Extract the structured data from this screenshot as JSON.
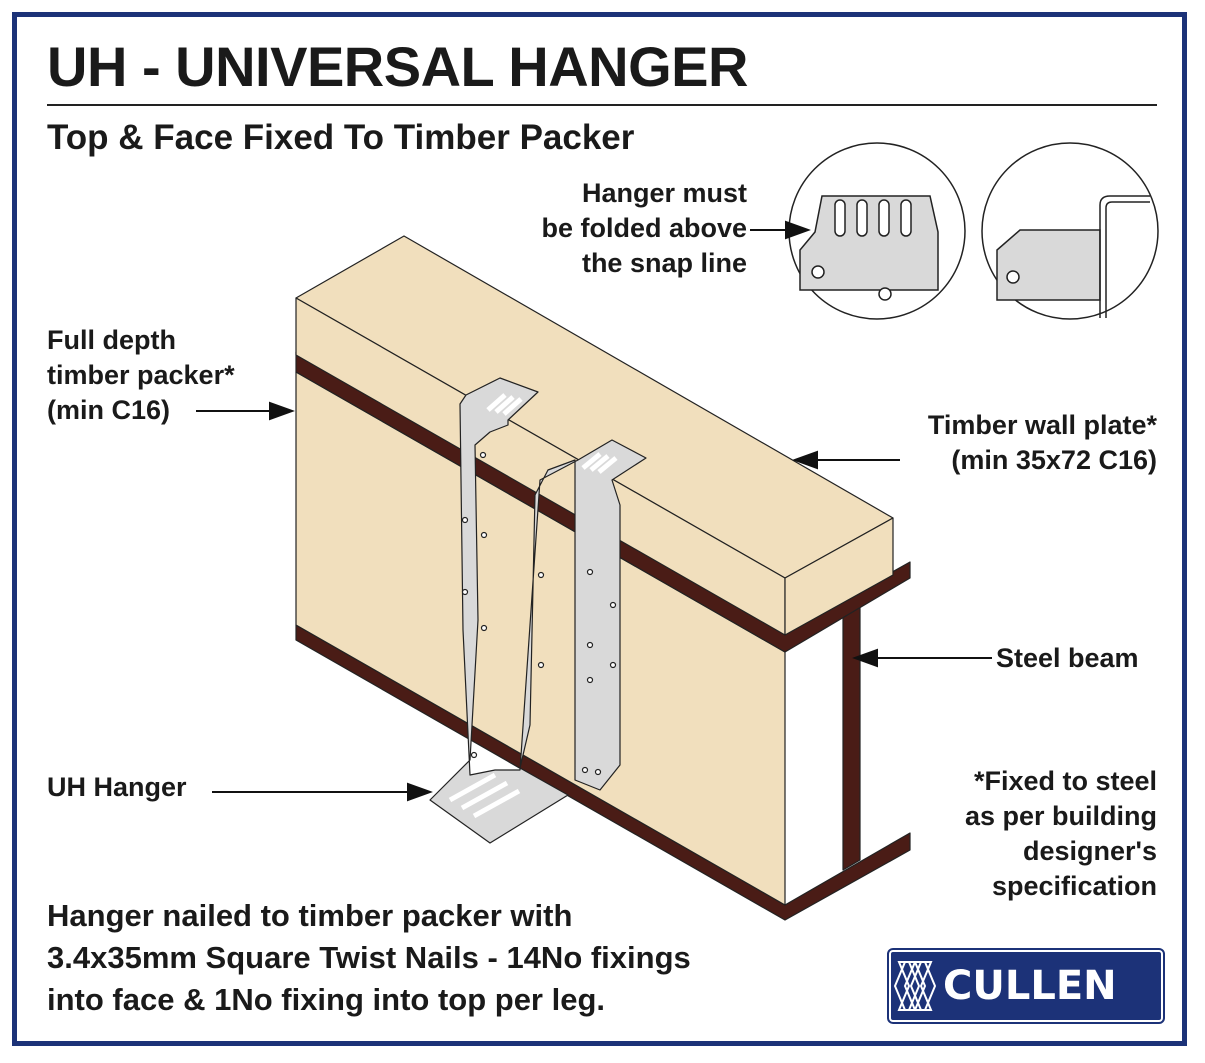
{
  "title": "UH - UNIVERSAL HANGER",
  "subtitle": "Top & Face Fixed To Timber Packer",
  "labels": {
    "fold_note": [
      "Hanger must",
      "be folded above",
      "the snap line"
    ],
    "packer": [
      "Full depth",
      "timber packer*",
      "(min C16)"
    ],
    "wall_plate": [
      "Timber wall plate*",
      "(min 35x72 C16)"
    ],
    "steel_beam": "Steel beam",
    "hanger": "UH Hanger",
    "fixed_note": [
      "*Fixed to steel",
      "as per building",
      "designer's",
      "specification"
    ]
  },
  "bottom_text": [
    "Hanger nailed to timber packer with",
    "3.4x35mm Square Twist Nails - 14No fixings",
    "into face & 1No fixing into top per leg."
  ],
  "logo": "CULLEN",
  "colors": {
    "border": "#1c3278",
    "timber": "#f1dfbd",
    "steel": "#4a1c16",
    "hanger": "#d9d9d9"
  }
}
